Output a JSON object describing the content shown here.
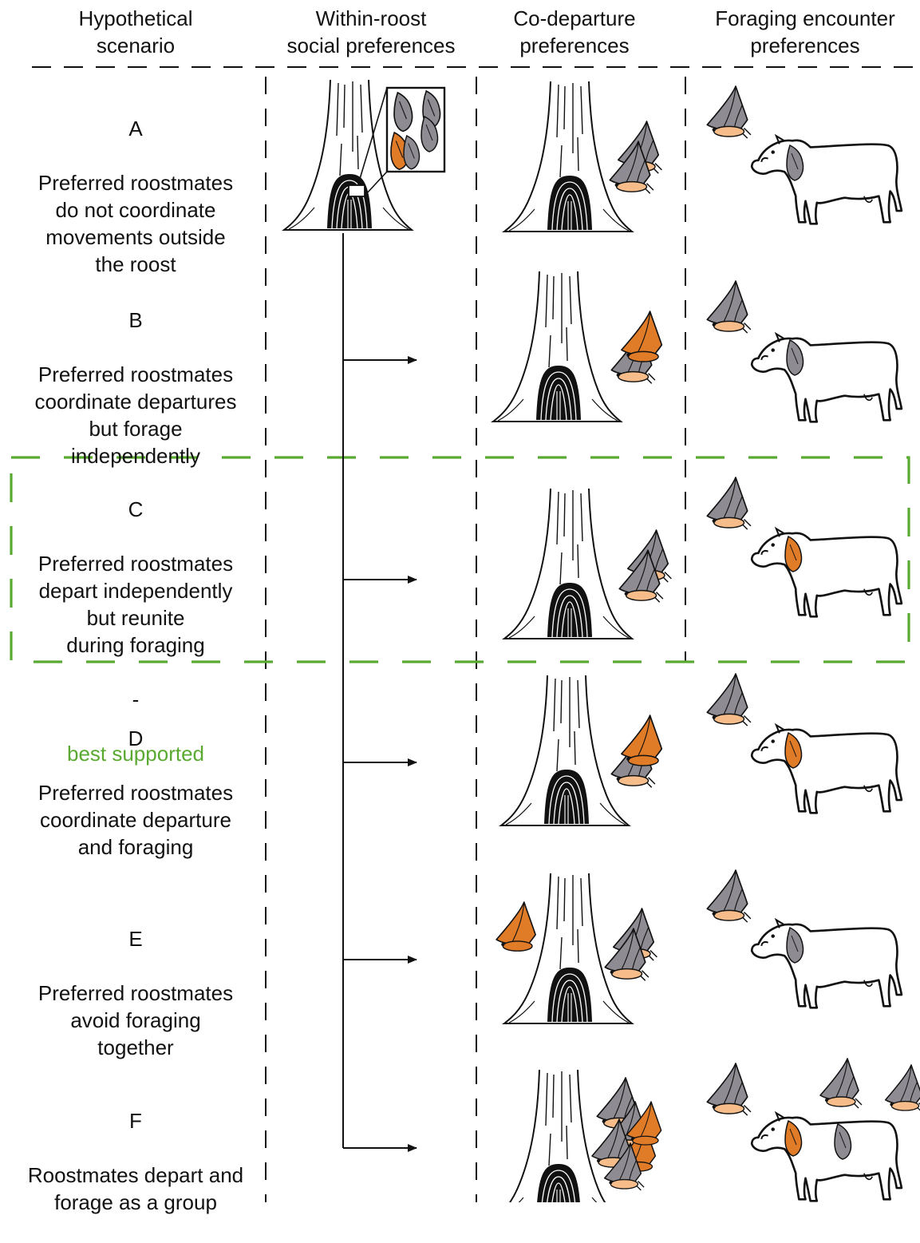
{
  "headers": [
    "Hypothetical\nscenario",
    "Within-roost\nsocial preferences",
    "Co-departure\npreferences",
    "Foraging encounter\npreferences"
  ],
  "scenarios": [
    {
      "letter": "A",
      "text": "Preferred roostmates\ndo not coordinate\nmovements outside\nthe roost"
    },
    {
      "letter": "B",
      "text": "Preferred roostmates\ncoordinate departures\nbut forage\nindependently"
    },
    {
      "letter": "C",
      "text": "Preferred roostmates\ndepart independently\nbut reunite\nduring foraging",
      "separator": "-",
      "note": "best supported"
    },
    {
      "letter": "D",
      "text": "Preferred roostmates\ncoordinate departure\nand foraging"
    },
    {
      "letter": "E",
      "text": "Preferred roostmates\navoid foraging\ntogether"
    },
    {
      "letter": "F",
      "text": "Roostmates depart and\nforage as a group"
    }
  ],
  "colors": {
    "highlight": "#5aaa32",
    "bat_grey": "#8e8c92",
    "bat_orange": "#e07b28",
    "bat_belly": "#f6bd8a",
    "ink": "#111111"
  }
}
